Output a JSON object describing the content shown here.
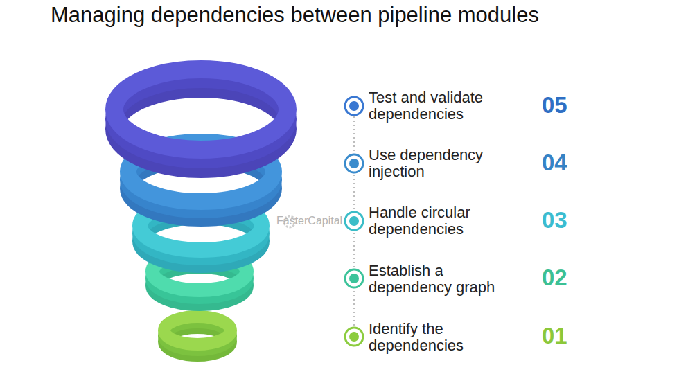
{
  "diagram": {
    "title": "Managing dependencies between pipeline modules",
    "labels": [
      "Test and validate dependencies",
      "05",
      "Use dependency injection",
      "04",
      "Handle circular dependencies",
      "03",
      "Establish a dependency graph",
      "02",
      "Identify the dependencies",
      "01",
      "FasterCapital"
    ]
  }
}
